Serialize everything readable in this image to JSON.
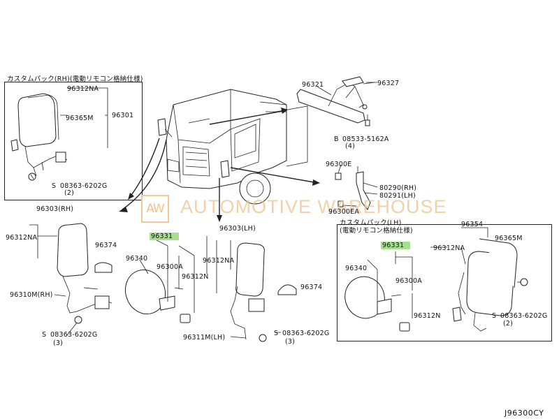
{
  "watermark": {
    "logo": "AW",
    "text": "AUTOMOTIVE WAREHOUSE"
  },
  "catalog_id": "J96300CY",
  "rh_box": {
    "heading": "カスタムパック(RH)(電動リモコン格納仕様)",
    "parts": [
      "96312NA",
      "96365M",
      "96301",
      "08363-6202G",
      "(2)"
    ]
  },
  "lh_box": {
    "heading1": "カスタムパック(LH)",
    "heading2": "(電動リモコン格納仕様)",
    "parts": [
      "96354",
      "96312NA",
      "96365M",
      "96331",
      "96340",
      "96300A",
      "96312N",
      "08363-6202G",
      "(2)"
    ]
  },
  "center": {
    "rearview": [
      "96321",
      "96327",
      "08533-5162A",
      "(4)"
    ],
    "side": [
      "96300E",
      "80290(RH)",
      "80291(LH)",
      "96300EA"
    ]
  },
  "lower_rh": [
    "96303(RH)",
    "96312NA",
    "96374",
    "96310M(RH)",
    "08363-6202G",
    "(3)"
  ],
  "lower_mid": [
    "96331",
    "96340",
    "96300A",
    "96312N"
  ],
  "lower_lh": [
    "96303(LH)",
    "96312NA",
    "96374",
    "96311M(LH)",
    "08363-6202G",
    "(3)"
  ],
  "screw_symbol": "S",
  "bolt_symbol": "B"
}
